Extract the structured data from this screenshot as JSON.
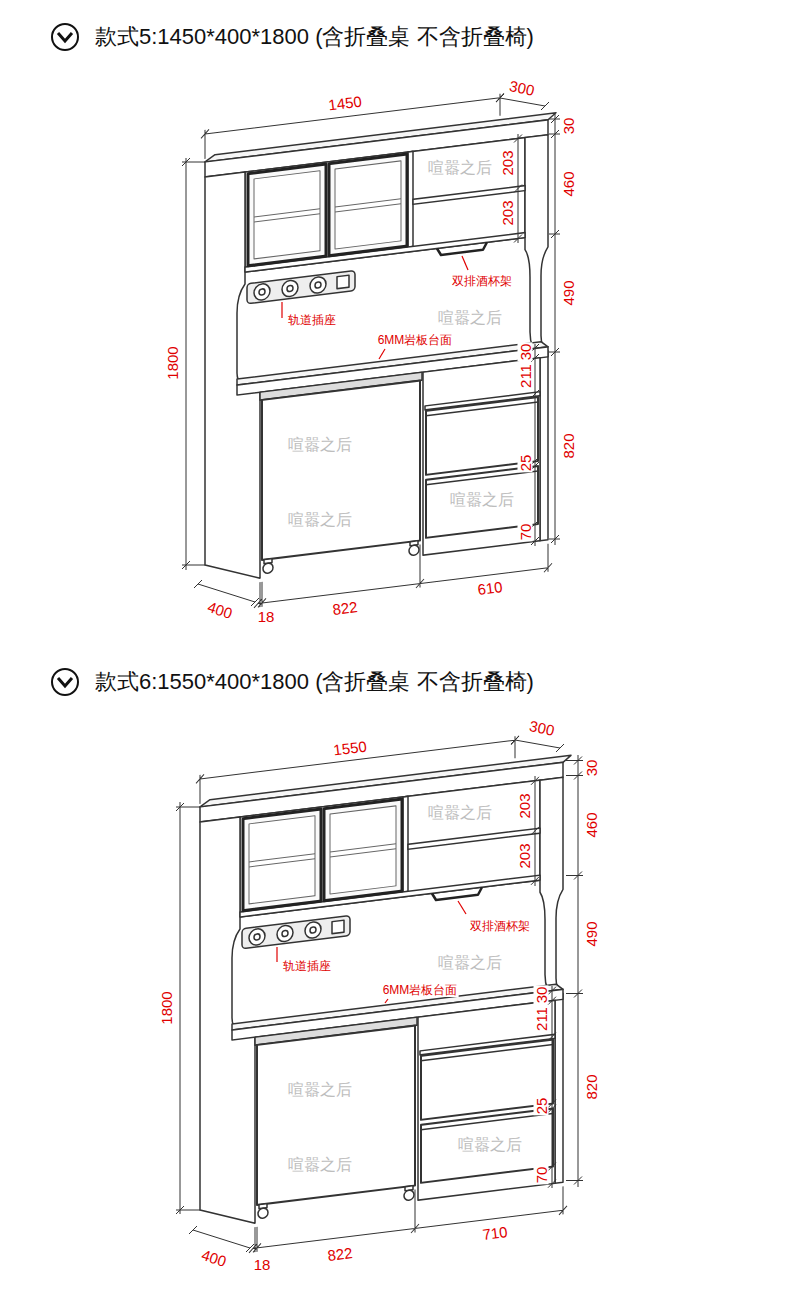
{
  "diagram": {
    "labels": [
      "款式5:1450*400*1800 (含折叠桌 不含折叠椅)",
      "1450",
      "300",
      "30",
      "203",
      "460",
      "203",
      "490",
      "双排酒杯架",
      "轨道插座",
      "6MM岩板台面",
      "30",
      "211",
      "820",
      "25",
      "70",
      "1800",
      "400",
      "18",
      "822",
      "610",
      "喧嚣之后",
      "喧嚣之后",
      "喧嚣之后",
      "喧嚣之后",
      "喧嚣之后",
      "款式6:1550*400*1800 (含折叠桌 不含折叠椅)",
      "1550",
      "300",
      "30",
      "203",
      "460",
      "203",
      "490",
      "双排酒杯架",
      "轨道插座",
      "6MM岩板台面",
      "30",
      "211",
      "820",
      "25",
      "70",
      "1800",
      "400",
      "18",
      "822",
      "710",
      "喧嚣之后",
      "喧嚣之后",
      "喧嚣之后",
      "喧嚣之后",
      "喧嚣之后"
    ]
  }
}
